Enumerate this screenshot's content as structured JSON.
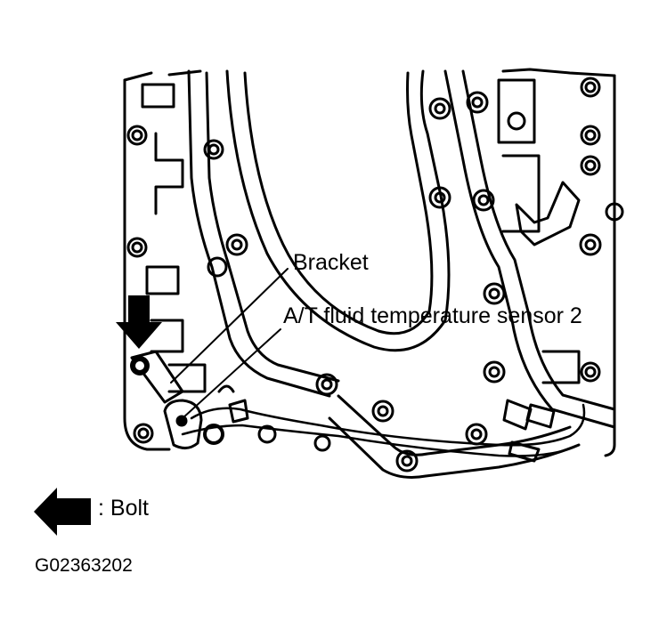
{
  "callouts": {
    "bracket": "Bracket",
    "sensor": "A/T fluid temperature sensor 2"
  },
  "legend": {
    "icon": "bolt-arrow-icon",
    "label": ": Bolt"
  },
  "figure_code": "G02363202",
  "colors": {
    "ink": "#000000",
    "paper": "#ffffff"
  }
}
